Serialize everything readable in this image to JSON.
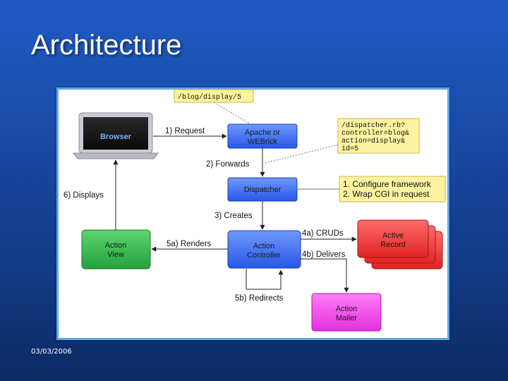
{
  "slide": {
    "title": "Architecture",
    "date": "03/03/2006"
  },
  "nodes": {
    "browser": "Browser",
    "apache": [
      "Apache or",
      "WEBrick"
    ],
    "dispatcher": "Dispatcher",
    "action_controller": [
      "Action",
      "Controller"
    ],
    "action_view": [
      "Action",
      "View"
    ],
    "active_record": [
      "Active",
      "Record"
    ],
    "action_mailer": [
      "Action",
      "Mailer"
    ]
  },
  "notes": {
    "url": "/blog/display/5",
    "dispatcher_url": [
      "/dispatcher.rb?",
      "controller=blog&",
      "action=display&",
      "id=5"
    ],
    "framework": [
      "1. Configure framework",
      "2. Wrap CGI in request"
    ]
  },
  "edges": {
    "request": "1) Request",
    "forwards": "2) Forwards",
    "creates": "3) Creates",
    "cruds": "4a) CRUDs",
    "delivers": "4b) Delivers",
    "renders": "5a) Renders",
    "redirects": "5b) Redirects",
    "displays": "6) Displays"
  },
  "colors": {
    "blue_box": "#3a6ef0",
    "green_box": "#2fb24a",
    "red_box": "#f23a3a",
    "magenta_box": "#ee3fe8",
    "note_yellow": "#fdf3a0",
    "frame_border": "#5ea7ec"
  }
}
